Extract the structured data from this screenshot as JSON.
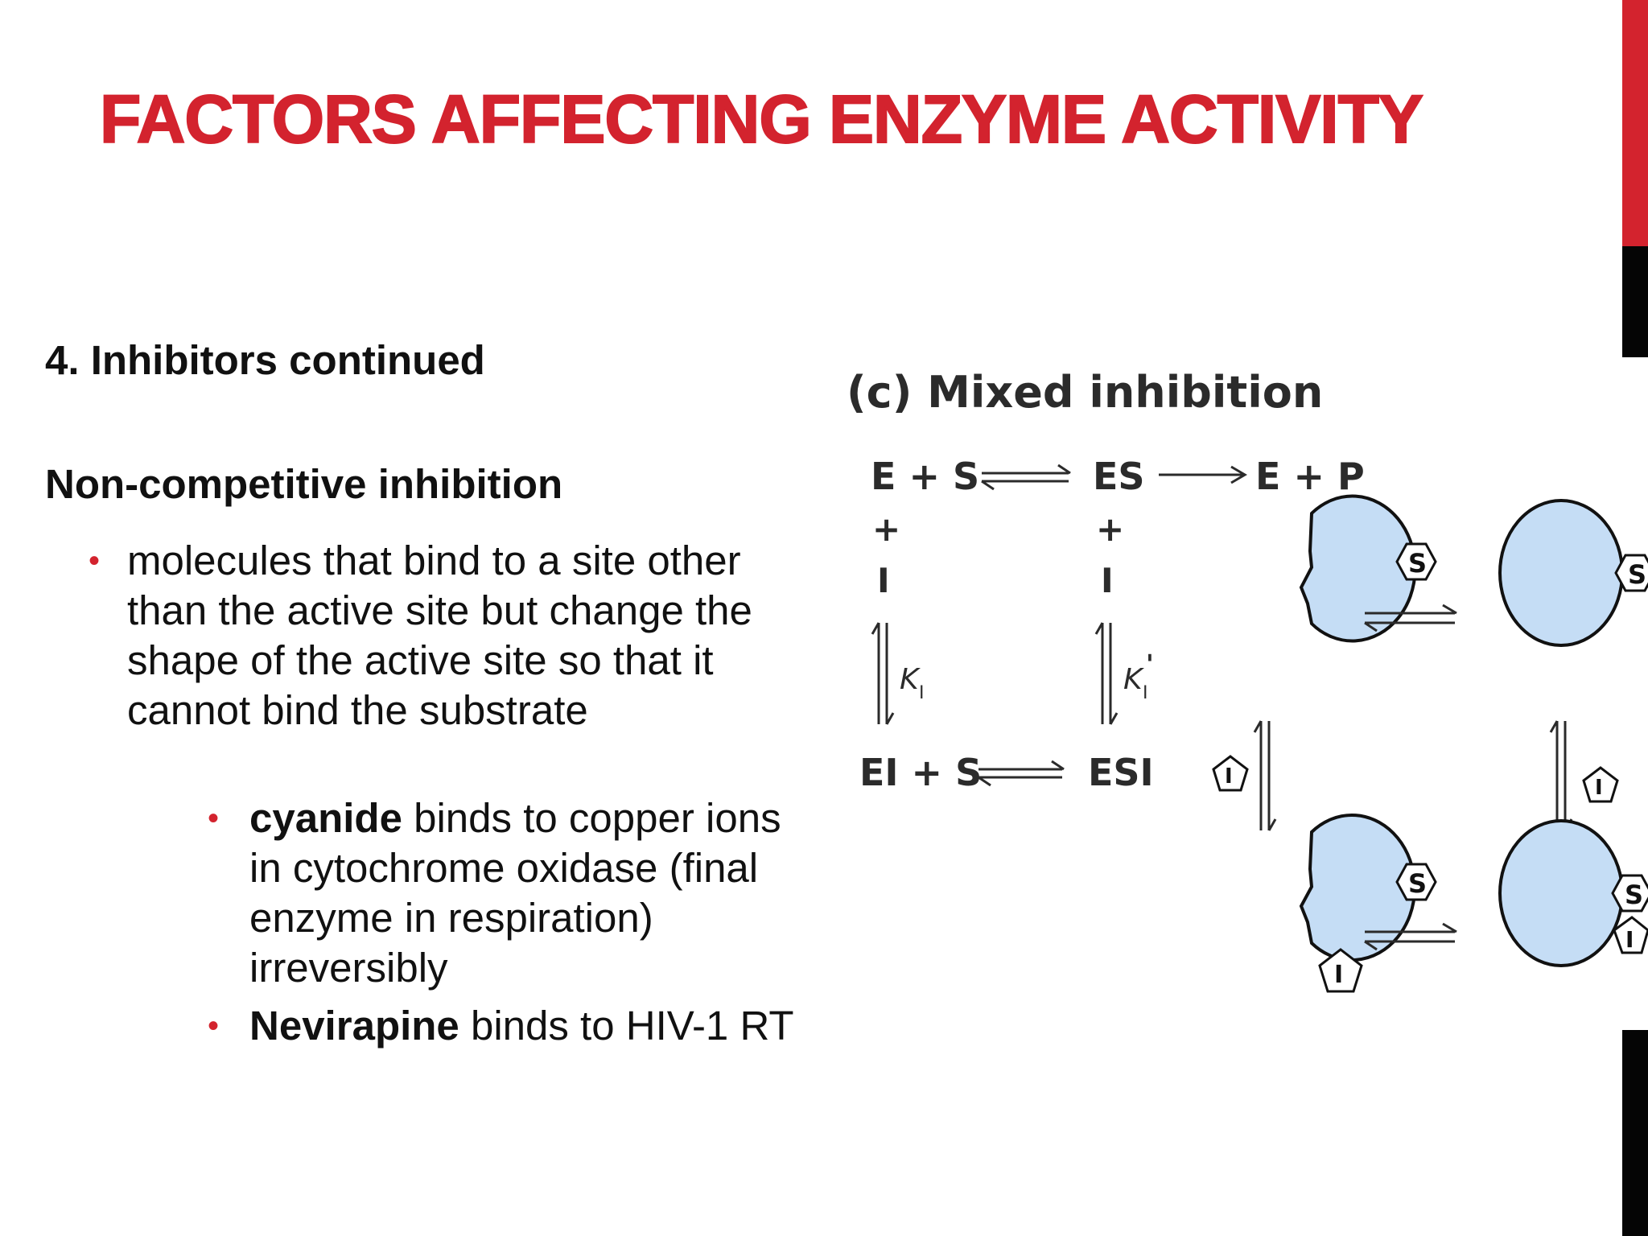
{
  "slide": {
    "title": "FACTORS AFFECTING ENZYME ACTIVITY",
    "heading": "4.  Inhibitors continued",
    "subheading": "Non-competitive inhibition",
    "bullets": [
      {
        "text": "molecules that bind to a site other than the active site but change the shape of the active site so that it cannot bind the substrate"
      },
      {
        "bold": "cyanide",
        "text": " binds to copper ions in cytochrome oxidase (final enzyme in respiration) irreversibly"
      },
      {
        "bold": "Nevirapine",
        "text": " binds to HIV-1 RT"
      }
    ],
    "bullet_glyph": "•",
    "accent_color": "#d3232e"
  },
  "figure": {
    "title": "(c) Mixed inhibition",
    "e_plus_s": "E + S",
    "es": "ES",
    "e_plus_p": "E + P",
    "plus": "+",
    "inhibitor": "I",
    "ei_plus_s": "EI + S",
    "esi": "ESI",
    "k1_main": "K",
    "k1_sub": "I",
    "k1_prime": "'",
    "substrate_label": "S",
    "inhibitor_label": "I",
    "enzyme_color": "#c5ddf5"
  }
}
